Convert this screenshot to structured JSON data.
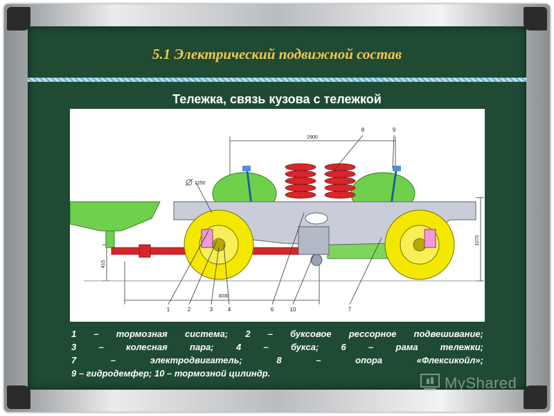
{
  "slide": {
    "title": "5.1 Электрический подвижной состав",
    "subtitle": "Тележка, связь кузова с тележкой"
  },
  "diagram": {
    "dimension_top": "2900",
    "dimension_bottom": "3030",
    "dimension_right": "1070",
    "dimension_left": "415",
    "wheel_diameter": "1250",
    "callouts": [
      "1",
      "2",
      "3",
      "4",
      "6",
      "10",
      "7",
      "8",
      "9"
    ]
  },
  "legend": {
    "line1": "1 – тормозная система;  2 – буксовое рессорное подвешивание;",
    "line2": "3 – колесная пара;   4 – букса;   6 – рама тележки;",
    "line3": "7 – электродвигатель;   8 – опора «Флексикойл»;",
    "line4": "9 – гидродемфер;  10 – тормозной цилиндр."
  },
  "watermark": {
    "text": "MyShared"
  },
  "colors": {
    "board": "#1f4a34",
    "title": "#f2c94c",
    "frame_steel": "#c9cbcd",
    "wheel_yellow": "#f5e800",
    "motor_green": "#6fd14b",
    "spring_red": "#d7262b",
    "frame_grey": "#c8cdd8"
  }
}
